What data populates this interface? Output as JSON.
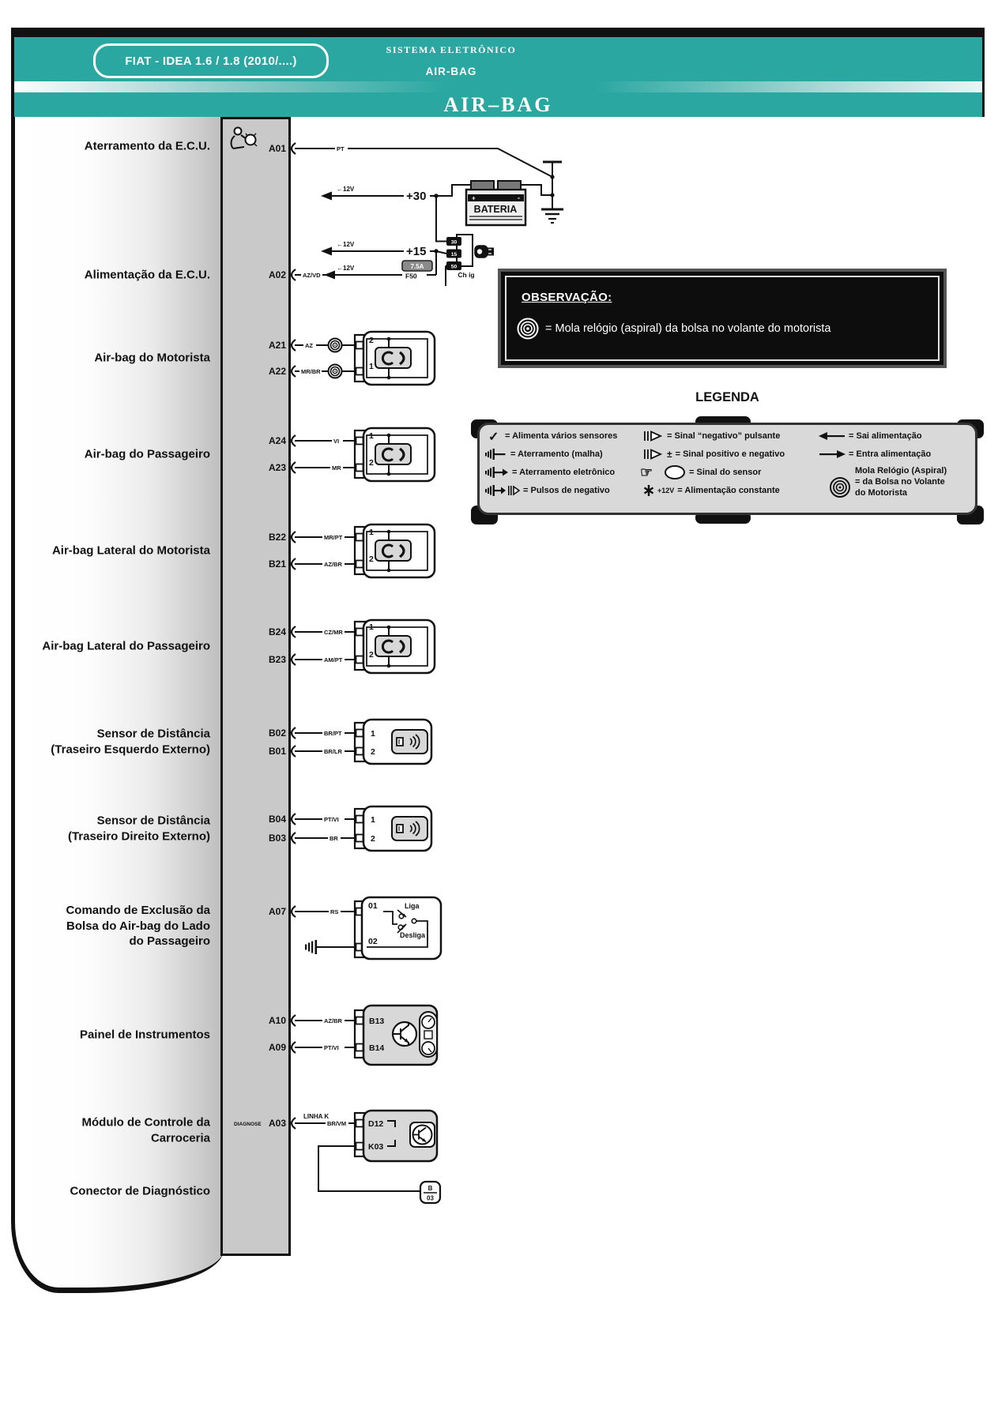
{
  "header": {
    "badge": "FIAT - IDEA 1.6 / 1.8 (2010/....)",
    "system": "SISTEMA ELETRÔNICO",
    "subsystem": "AIR-BAG",
    "banner": "AIR–BAG"
  },
  "colors": {
    "teal": "#2aa7a1",
    "ecu_gray": "#c9c9c9",
    "box_gray": "#d8d8d8"
  },
  "power": {
    "plus30": "+30",
    "plus15": "+15",
    "v12": "←12V",
    "bateria": "BATERIA",
    "bat_plus": "+",
    "bat_minus": "-",
    "fuse_rating": "7.5A",
    "fuse_name": "F50",
    "ign_pin_30": "30",
    "ign_pin_15": "15",
    "ign_pin_50": "50",
    "ign_label": "Ch ig"
  },
  "observacao": {
    "title": "OBSERVAÇÃO:",
    "item": "= Mola relógio (aspiral) da bolsa no volante do motorista"
  },
  "legend": {
    "title": "LEGENDA",
    "items": [
      {
        "icon": "check-icon",
        "text": "= Alimenta vários sensores"
      },
      {
        "icon": "ground-shield-icon",
        "text": "= Aterramento (malha)"
      },
      {
        "icon": "ground-electronic-icon",
        "text": "= Aterramento eletrônico"
      },
      {
        "icon": "negative-pulses-icon",
        "text": "= Pulsos de negativo"
      },
      {
        "icon": "pulsed-negative-signal-icon",
        "text": "= Sinal “negativo” pulsante"
      },
      {
        "icon": "pos-neg-signal-icon",
        "symbol": "±",
        "text": "= Sinal positivo e negativo"
      },
      {
        "icon": "sensor-signal-icon",
        "text": "= Sinal do sensor"
      },
      {
        "icon": "constant-supply-icon",
        "symbol": "+12V",
        "text": "= Alimentação constante"
      },
      {
        "icon": "supply-out-icon",
        "text": "= Sai alimentação"
      },
      {
        "icon": "supply-in-icon",
        "text": "= Entra alimentação"
      },
      {
        "icon": "clock-spring-icon",
        "text": "Mola Relógio (Aspiral)\n= da Bolsa no Volante\ndo Motorista"
      }
    ]
  },
  "groups": [
    {
      "name": "aterramento-ecu",
      "label": "Aterramento da E.C.U.",
      "pins": [
        {
          "id": "A01",
          "wire": "PT"
        }
      ]
    },
    {
      "name": "alimentacao-ecu",
      "label": "Alimentação da E.C.U.",
      "pins": [
        {
          "id": "A02",
          "wire": "AZ/VD"
        }
      ]
    },
    {
      "name": "airbag-motorista",
      "label": "Air-bag do Motorista",
      "pins": [
        {
          "id": "A21",
          "wire": "AZ",
          "num": "2"
        },
        {
          "id": "A22",
          "wire": "MR/BR",
          "num": "1"
        }
      ]
    },
    {
      "name": "airbag-passageiro",
      "label": "Air-bag do Passageiro",
      "pins": [
        {
          "id": "A24",
          "wire": "VI",
          "num": "1"
        },
        {
          "id": "A23",
          "wire": "MR",
          "num": "2"
        }
      ]
    },
    {
      "name": "airbag-lateral-motorista",
      "label": "Air-bag Lateral do Motorista",
      "pins": [
        {
          "id": "B22",
          "wire": "MR/PT",
          "num": "1"
        },
        {
          "id": "B21",
          "wire": "AZ/BR",
          "num": "2"
        }
      ]
    },
    {
      "name": "airbag-lateral-passageiro",
      "label": "Air-bag Lateral do Passageiro",
      "pins": [
        {
          "id": "B24",
          "wire": "CZ/MR",
          "num": "1"
        },
        {
          "id": "B23",
          "wire": "AM/PT",
          "num": "2"
        }
      ]
    },
    {
      "name": "sensor-distancia-esquerdo",
      "label": "Sensor de Distância\n(Traseiro Esquerdo Externo)",
      "pins": [
        {
          "id": "B02",
          "wire": "BR/PT",
          "num": "1"
        },
        {
          "id": "B01",
          "wire": "BR/LR",
          "num": "2"
        }
      ]
    },
    {
      "name": "sensor-distancia-direito",
      "label": "Sensor de Distância\n(Traseiro Direito Externo)",
      "pins": [
        {
          "id": "B04",
          "wire": "PT/VI",
          "num": "1"
        },
        {
          "id": "B03",
          "wire": "BR",
          "num": "2"
        }
      ]
    },
    {
      "name": "comando-exclusao",
      "label": "Comando de Exclusão da\nBolsa do Air-bag do Lado\ndo Passageiro",
      "pins": [
        {
          "id": "A07",
          "wire": "RS",
          "num": "01"
        }
      ],
      "num2": "02",
      "liga": "Liga",
      "desliga": "Desliga"
    },
    {
      "name": "painel-instrumentos",
      "label": "Painel de Instrumentos",
      "pins": [
        {
          "id": "A10",
          "wire": "AZ/BR",
          "num": "B13"
        },
        {
          "id": "A09",
          "wire": "PT/VI",
          "num": "B14"
        }
      ]
    },
    {
      "name": "modulo-carroceria",
      "label": "Módulo de Controle da\nCarroceria",
      "diagnose": "DIAGNOSE",
      "linha_k": "LINHA K",
      "pins": [
        {
          "id": "A03",
          "wire": "BR/VM",
          "num": "D12"
        }
      ],
      "num2": "K03"
    },
    {
      "name": "conector-diagnostico",
      "label": "Conector de Diagnóstico",
      "conn_top": "B",
      "conn_bottom": "03"
    }
  ]
}
